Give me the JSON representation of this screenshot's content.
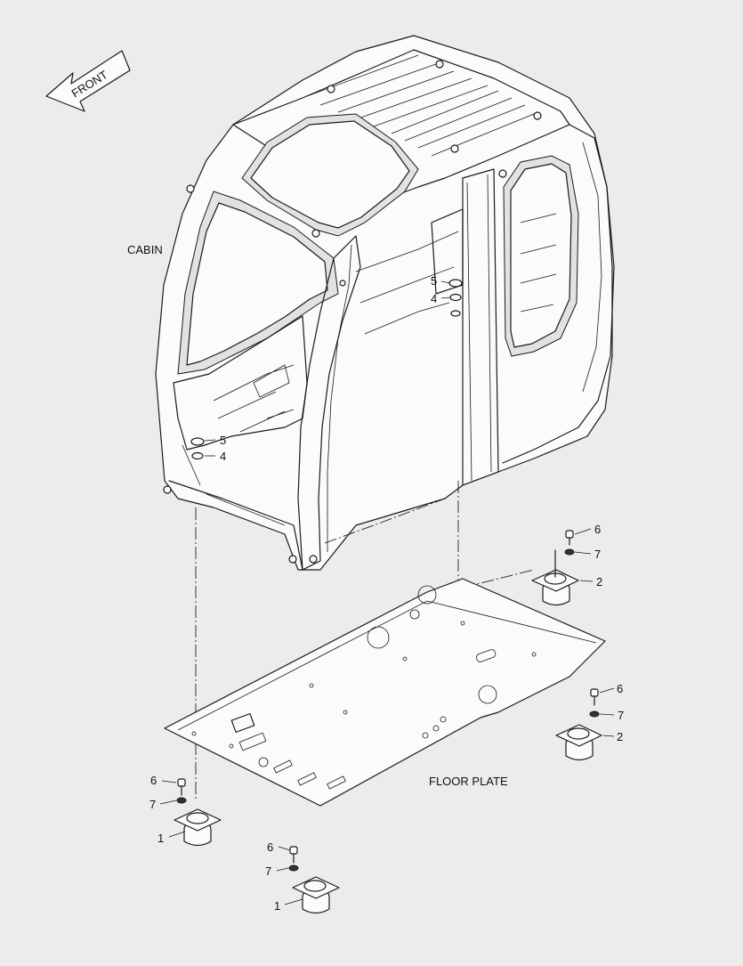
{
  "diagram": {
    "direction_label": "FRONT",
    "labels": {
      "cabin": "CABIN",
      "floor_plate": "FLOOR PLATE"
    },
    "callouts": [
      {
        "id": "c5a",
        "number": "5"
      },
      {
        "id": "c4a",
        "number": "4"
      },
      {
        "id": "c5b",
        "number": "5"
      },
      {
        "id": "c4b",
        "number": "4"
      },
      {
        "id": "c6a",
        "number": "6"
      },
      {
        "id": "c7a",
        "number": "7"
      },
      {
        "id": "c2a",
        "number": "2"
      },
      {
        "id": "c6b",
        "number": "6"
      },
      {
        "id": "c7b",
        "number": "7"
      },
      {
        "id": "c2b",
        "number": "2"
      },
      {
        "id": "c6c",
        "number": "6"
      },
      {
        "id": "c7c",
        "number": "7"
      },
      {
        "id": "c1a",
        "number": "1"
      },
      {
        "id": "c6d",
        "number": "6"
      },
      {
        "id": "c7d",
        "number": "7"
      },
      {
        "id": "c1b",
        "number": "1"
      }
    ]
  }
}
